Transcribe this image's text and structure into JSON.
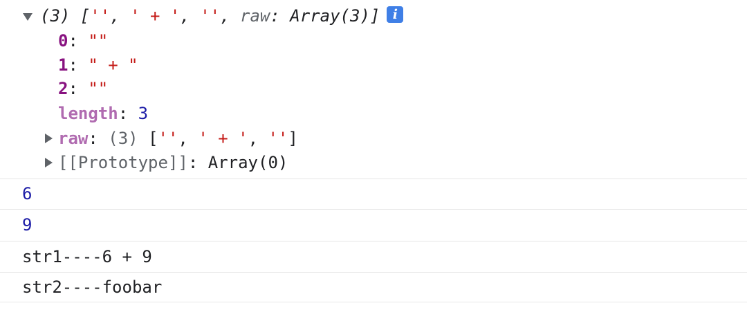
{
  "summary": {
    "prefix": "(3) ",
    "open": "[",
    "items": [
      "''",
      "' + '",
      "''"
    ],
    "comma": ", ",
    "raw_key": "raw",
    "colon": ": ",
    "raw_value": "Array(3)",
    "close": "]",
    "info_glyph": "i"
  },
  "entries": [
    {
      "key": "0",
      "value": "\"\""
    },
    {
      "key": "1",
      "value": "\" + \""
    },
    {
      "key": "2",
      "value": "\"\""
    }
  ],
  "length": {
    "key": "length",
    "value": "3"
  },
  "raw": {
    "key": "raw",
    "count": "(3) ",
    "open": "[",
    "items": [
      "''",
      "' + '",
      "''"
    ],
    "comma": ", ",
    "close": "]"
  },
  "prototype": {
    "key": "[[Prototype]]",
    "value": "Array(0)"
  },
  "logs": [
    {
      "text": "6",
      "kind": "number"
    },
    {
      "text": "9",
      "kind": "number"
    },
    {
      "text": "str1----6 + 9",
      "kind": "string"
    },
    {
      "text": "str2----foobar",
      "kind": "string"
    }
  ],
  "colors": {
    "string": "#c41a16",
    "key": "#881280",
    "number": "#1a1aa6",
    "info_badge": "#3f7fe6"
  }
}
